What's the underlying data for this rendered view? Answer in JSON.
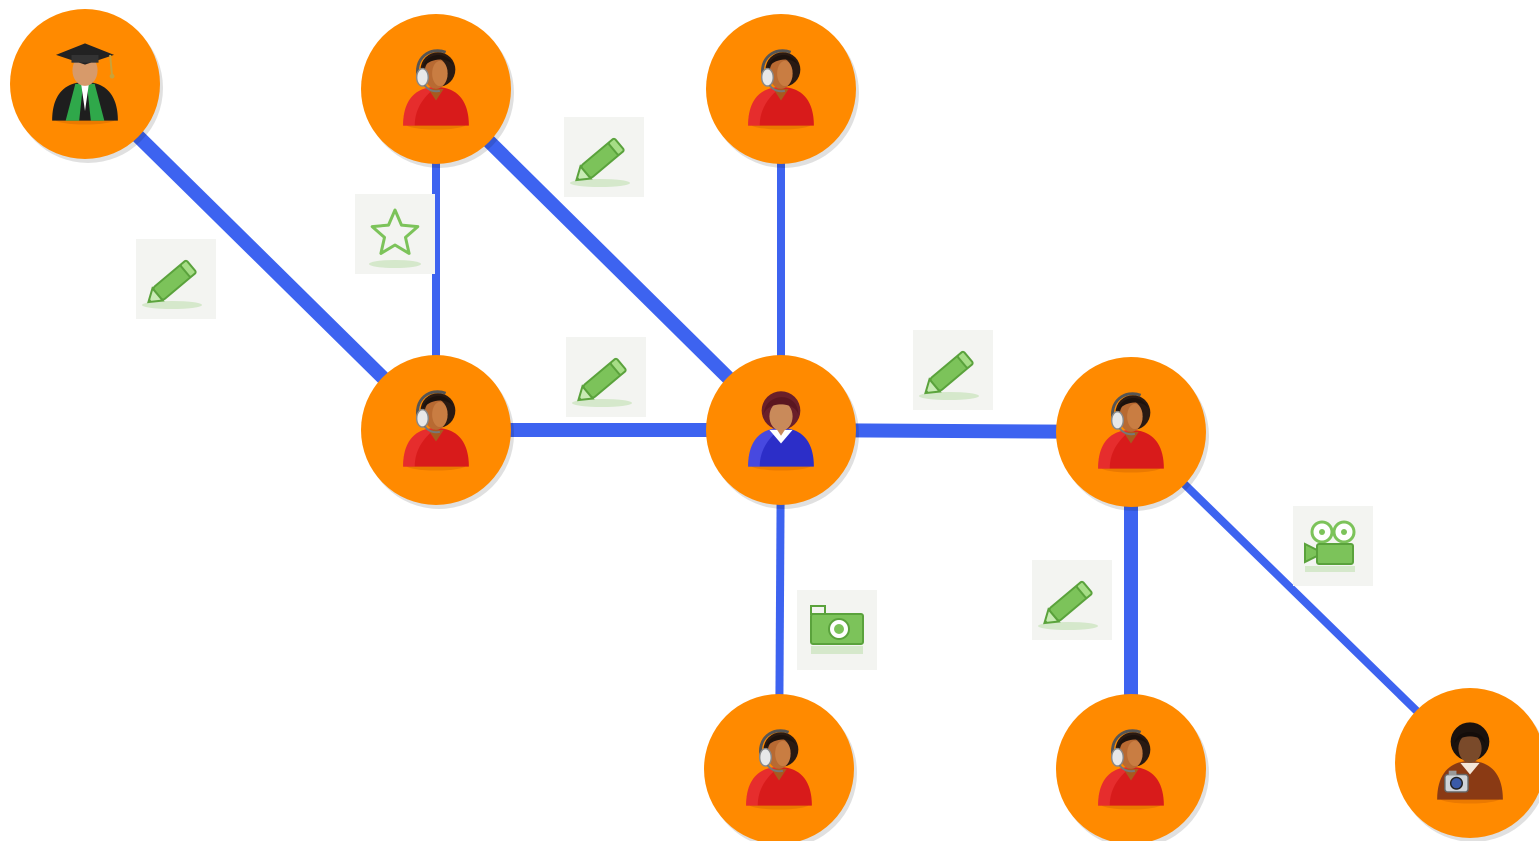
{
  "colors": {
    "edge": "#3d63f0",
    "node": "#ff8a00",
    "icon": "#7cc35a",
    "icon_dark": "#5aa23c"
  },
  "nodes": [
    {
      "id": "graduate",
      "avatar": "graduate"
    },
    {
      "id": "headset-top",
      "avatar": "headset"
    },
    {
      "id": "headset-top-right",
      "avatar": "headset"
    },
    {
      "id": "headset-left",
      "avatar": "headset"
    },
    {
      "id": "center",
      "avatar": "person-blue"
    },
    {
      "id": "headset-right",
      "avatar": "headset"
    },
    {
      "id": "headset-bottom-mid",
      "avatar": "headset"
    },
    {
      "id": "headset-bottom-right",
      "avatar": "headset"
    },
    {
      "id": "photographer",
      "avatar": "photographer"
    }
  ],
  "edges": [
    {
      "from": "graduate",
      "to": "headset-left",
      "icon": "pencil-icon",
      "weight": "thick"
    },
    {
      "from": "headset-top",
      "to": "headset-left",
      "icon": "star-icon",
      "weight": "thin"
    },
    {
      "from": "headset-top",
      "to": "center",
      "icon": "pencil-icon",
      "weight": "thick"
    },
    {
      "from": "headset-top-right",
      "to": "center",
      "icon": null,
      "weight": "thin"
    },
    {
      "from": "headset-left",
      "to": "center",
      "icon": "pencil-icon",
      "weight": "thick"
    },
    {
      "from": "center",
      "to": "headset-right",
      "icon": "pencil-icon",
      "weight": "thick"
    },
    {
      "from": "center",
      "to": "headset-bottom-mid",
      "icon": "camera-icon",
      "weight": "thin"
    },
    {
      "from": "headset-right",
      "to": "headset-bottom-right",
      "icon": "pencil-icon",
      "weight": "thick"
    },
    {
      "from": "headset-right",
      "to": "photographer",
      "icon": "film-camera-icon",
      "weight": "thin"
    }
  ]
}
